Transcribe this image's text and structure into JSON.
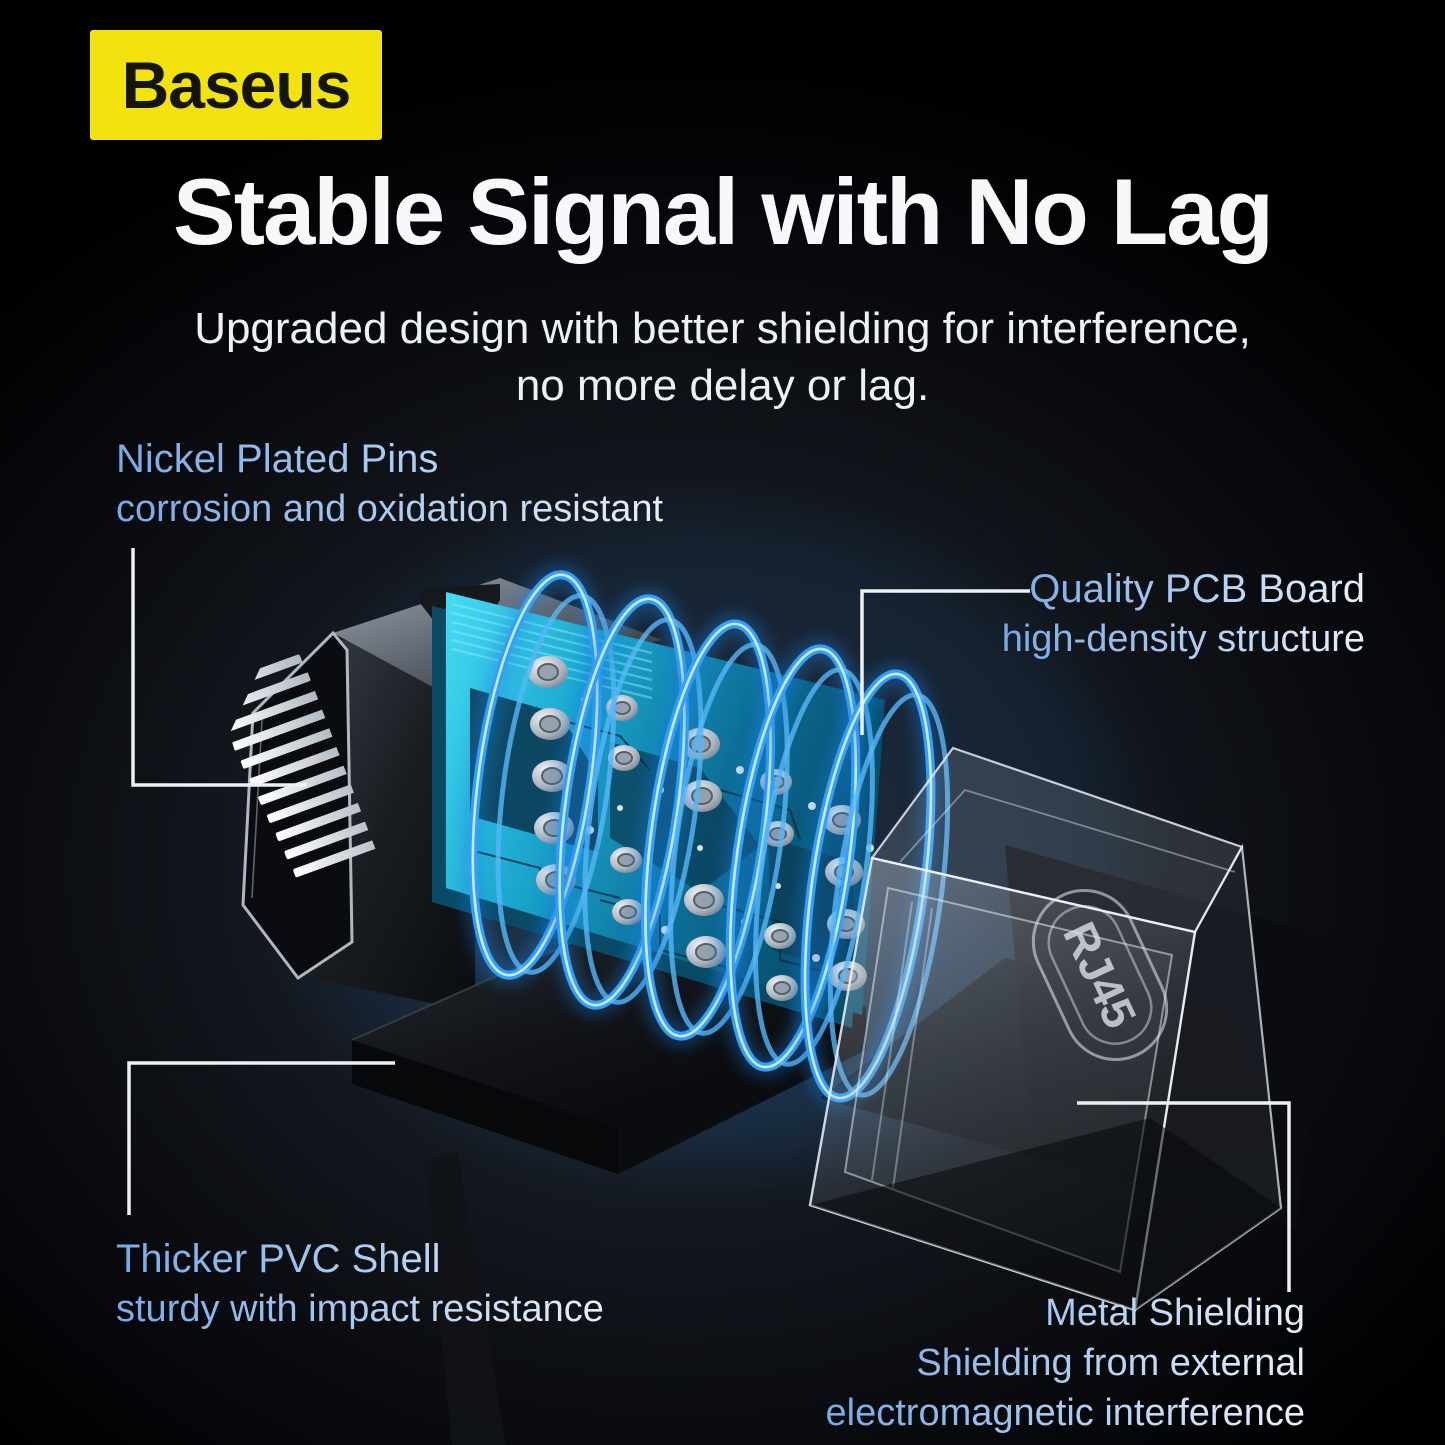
{
  "brand": {
    "logo_text": "Baseus"
  },
  "header": {
    "title": "Stable Signal with No Lag",
    "subtitle_line1": "Upgraded design with better shielding for interference,",
    "subtitle_line2": "no more delay or lag."
  },
  "callouts": {
    "nickel_pins": {
      "title": "Nickel Plated Pins",
      "description": "corrosion and oxidation resistant"
    },
    "pcb_board": {
      "title": "Quality PCB Board",
      "description": "high-density structure"
    },
    "pvc_shell": {
      "title": "Thicker PVC Shell",
      "description": "sturdy with impact resistance"
    },
    "metal_shield": {
      "title": "Metal Shielding",
      "description_line1": "Shielding from external",
      "description_line2": "electromagnetic interference"
    }
  },
  "product": {
    "engraving": "RJ45"
  },
  "palette": {
    "badge_yellow": "#f2e30e",
    "heading_white": "#f6f8fa",
    "callout_blue": "#79a9e6",
    "callout_blue_light": "#e9f1fb",
    "ring_blue": "#34a0f5",
    "pcb_teal": "#17a3c9",
    "line_white": "#eef1f4"
  }
}
